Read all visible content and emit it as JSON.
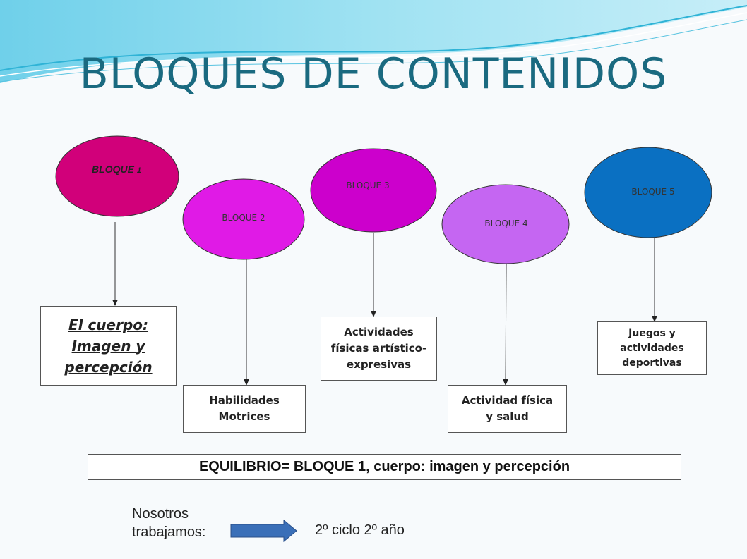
{
  "title": "BLOQUES DE CONTENIDOS",
  "colors": {
    "title": "#1a6a80",
    "bloque1": "#d1007a",
    "bloque2": "#e01ae6",
    "bloque3": "#cc00cc",
    "bloque4": "#c566f2",
    "bloque5": "#0a70c2",
    "arrow": "#3a6fb8"
  },
  "bloques": [
    {
      "label": "BLOQUE",
      "number": "1",
      "content_lines": [
        "El cuerpo:",
        "Imagen y",
        "percepción"
      ]
    },
    {
      "label": "BLOQUE 2",
      "content_lines": [
        "Habilidades",
        "Motrices"
      ]
    },
    {
      "label": "BLOQUE 3",
      "content_lines": [
        "Actividades",
        "físicas artístico-",
        "expresivas"
      ]
    },
    {
      "label": "BLOQUE 4",
      "content_lines": [
        "Actividad física",
        "y salud"
      ]
    },
    {
      "label": "BLOQUE 5",
      "content_lines": [
        "Juegos y",
        "actividades",
        "deportivas"
      ]
    }
  ],
  "summary": "EQUILIBRIO= BLOQUE 1, cuerpo: imagen y percepción",
  "note": {
    "line1": "Nosotros",
    "line2": "trabajamos:",
    "result": "2º ciclo 2º año"
  }
}
